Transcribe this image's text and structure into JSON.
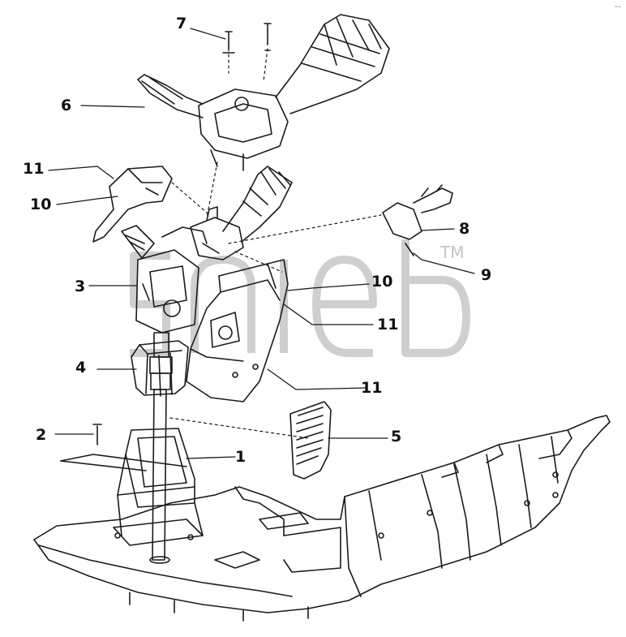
{
  "callouts": {
    "c1": "1",
    "c2": "2",
    "c3": "3",
    "c4": "4",
    "c5": "5",
    "c6": "6",
    "c7": "7",
    "c8": "8",
    "c9": "9",
    "c10a": "10",
    "c10b": "10",
    "c11a": "11",
    "c11b": "11",
    "c11c": "11"
  },
  "watermark": {
    "tm": "TM"
  },
  "corner_mark": "~-",
  "colors": {
    "line": "#1a1a1a",
    "watermark": "#c8c8c8",
    "background": "#ffffff"
  }
}
